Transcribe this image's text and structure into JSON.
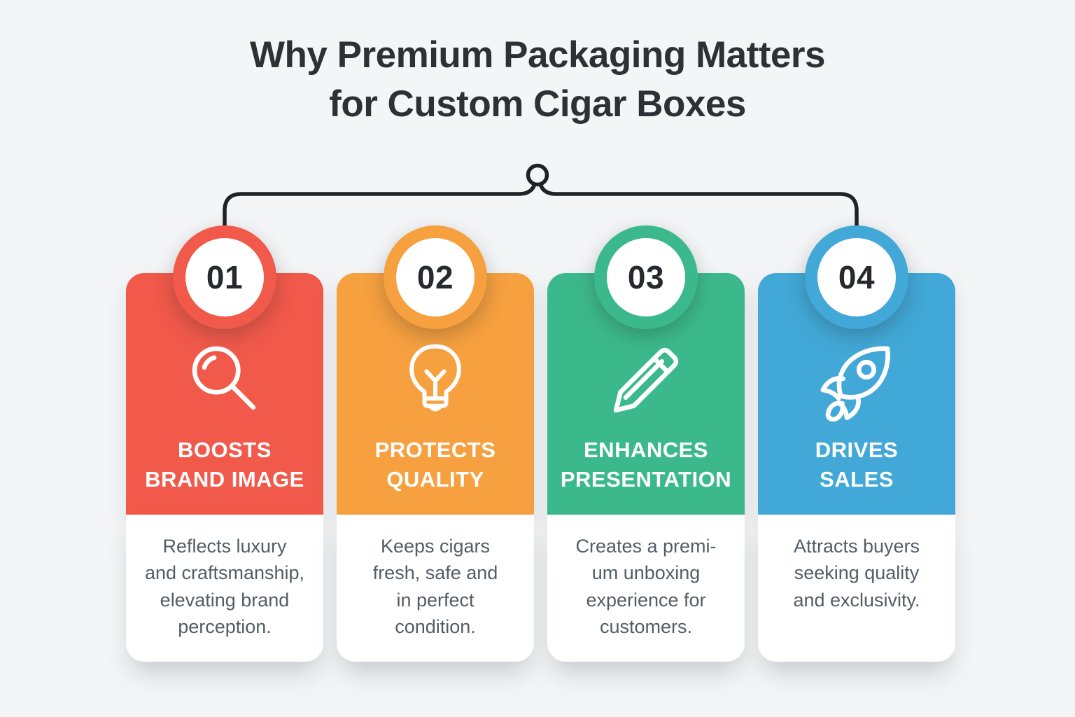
{
  "title": {
    "text": "Why Premium Packaging Matters\nfor Custom Cigar Boxes",
    "color": "#2d3035"
  },
  "connector": {
    "color": "#1f2327"
  },
  "background_color": "#f4f5f6",
  "cards": [
    {
      "number": "01",
      "color": "#f1594a",
      "icon": "search-icon",
      "heading": "BOOSTS\nBRAND IMAGE",
      "body": "Reflects luxury\nand craftsmanship,\nelevating brand\nperception."
    },
    {
      "number": "02",
      "color": "#f6a03f",
      "icon": "lightbulb-icon",
      "heading": "PROTECTS\nQUALITY",
      "body": "Keeps cigars\nfresh, safe and\nin perfect\ncondition."
    },
    {
      "number": "03",
      "color": "#3cb98c",
      "icon": "pencil-icon",
      "heading": "ENHANCES\nPRESENTATION",
      "body": "Creates a premi-\num unboxing\nexperience for\ncustomers."
    },
    {
      "number": "04",
      "color": "#42a8d7",
      "icon": "rocket-icon",
      "heading": "DRIVES\nSALES",
      "body": "Attracts buyers\nseeking quality\nand exclusivity."
    }
  ]
}
